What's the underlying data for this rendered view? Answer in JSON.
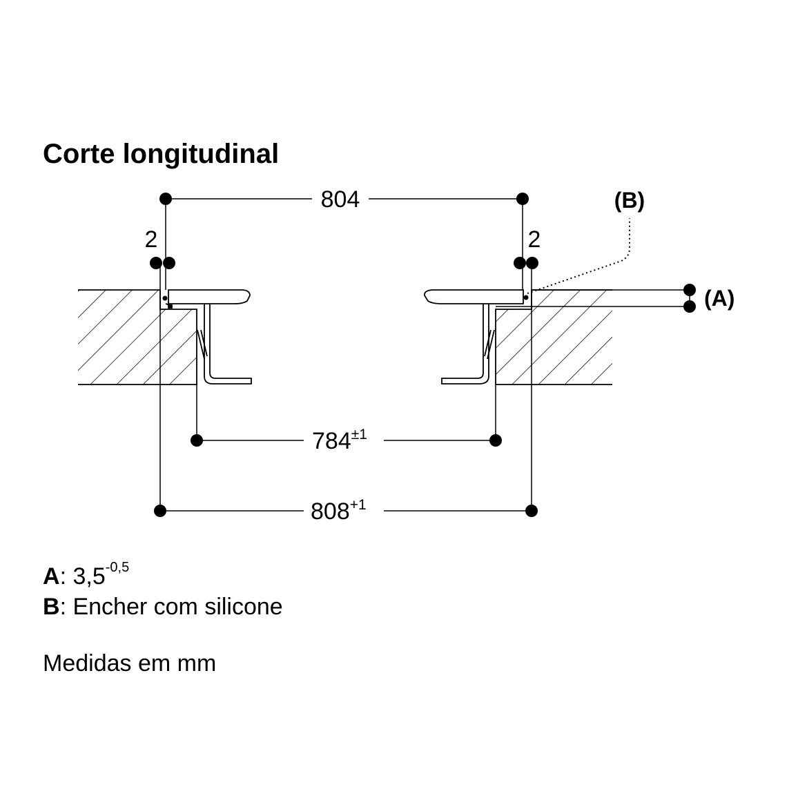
{
  "title": "Corte longitudinal",
  "dimensions": {
    "top_width": "804",
    "gap_left": "2",
    "gap_right": "2",
    "inner_width": "784",
    "inner_tolerance": "±1",
    "outer_width": "808",
    "outer_tolerance": "+1"
  },
  "callouts": {
    "a": "(A)",
    "b": "(B)"
  },
  "legend": {
    "a_key": "A",
    "a_value": "3,5",
    "a_tolerance": "-0,5",
    "b_key": "B",
    "b_value": "Encher com silicone",
    "units": "Medidas em mm"
  }
}
